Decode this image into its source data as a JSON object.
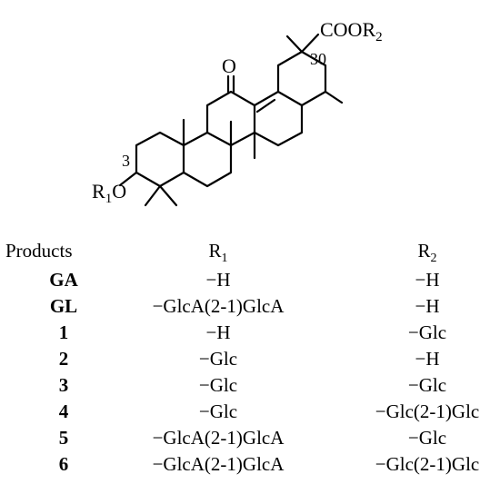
{
  "structure": {
    "atom_labels": {
      "ketone_oxygen": "O",
      "ester_group": "COOR",
      "ester_subscript": "2",
      "carbon_30": "30",
      "carbon_3": "3",
      "r1_symbol": "R",
      "r1_subscript": "1",
      "ether_oxygen": "O"
    }
  },
  "table": {
    "headers": {
      "products": "Products",
      "r1_base": "R",
      "r1_sub": "1",
      "r2_base": "R",
      "r2_sub": "2"
    },
    "rows": [
      {
        "product": "GA",
        "r1": "−H",
        "r2": "−H"
      },
      {
        "product": "GL",
        "r1": "−GlcA(2-1)GlcA",
        "r2": "−H"
      },
      {
        "product": "1",
        "r1": "−H",
        "r2": "−Glc"
      },
      {
        "product": "2",
        "r1": "−Glc",
        "r2": "−H"
      },
      {
        "product": "3",
        "r1": "−Glc",
        "r2": "−Glc"
      },
      {
        "product": "4",
        "r1": "−Glc",
        "r2": "−Glc(2-1)Glc"
      },
      {
        "product": "5",
        "r1": "−GlcA(2-1)GlcA",
        "r2": "−Glc"
      },
      {
        "product": "6",
        "r1": "−GlcA(2-1)GlcA",
        "r2": "−Glc(2-1)Glc"
      }
    ]
  }
}
